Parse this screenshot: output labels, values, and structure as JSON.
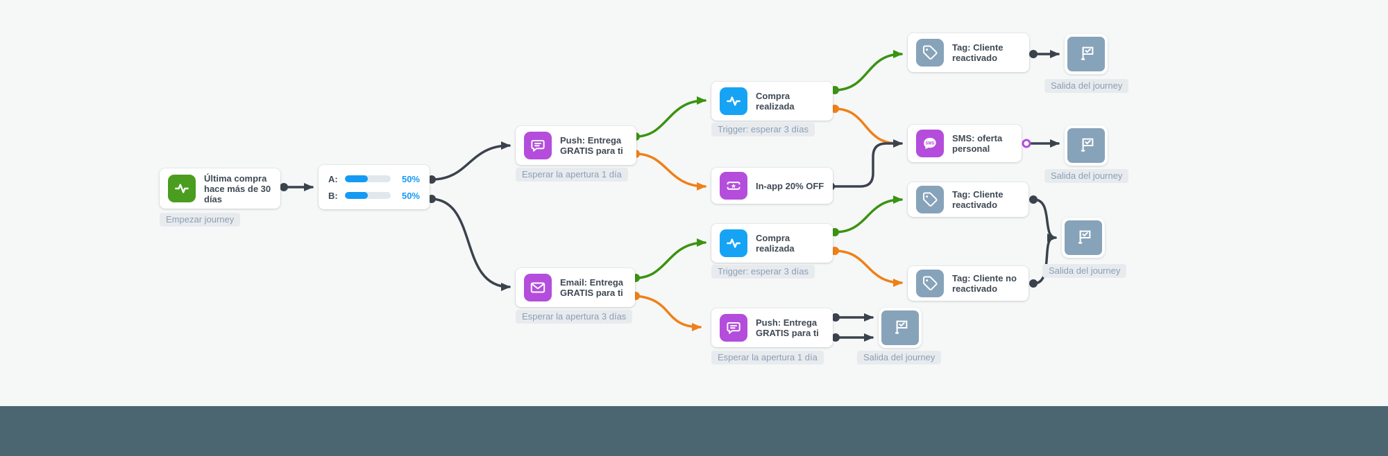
{
  "colors": {
    "canvas_bg": "#f6f7f7",
    "footer_band": "#4b6671",
    "edge_dark": "#3a434d",
    "edge_green": "#3a9311",
    "edge_orange": "#ef8018",
    "icon_green": "#4a9d1f",
    "icon_blue": "#17a3f4",
    "icon_purple": "#b44ddb",
    "icon_slate": "#87a3ba",
    "split_blue": "#149af3",
    "pill_bg": "#e8ebee",
    "pill_text": "#8b9eb4",
    "title_text": "#3f4954"
  },
  "nodes": {
    "start": {
      "title": "Última compra hace más de 30 días",
      "badge": "Empezar journey",
      "icon": "activity"
    },
    "split": {
      "rows": [
        {
          "label": "A:",
          "percent": "50%",
          "value": 50
        },
        {
          "label": "B:",
          "percent": "50%",
          "value": 50
        }
      ]
    },
    "push_top": {
      "title": "Push: Entrega GRATIS para ti",
      "badge": "Esperar la apertura 1 día",
      "icon": "push-message"
    },
    "compra_top": {
      "title": "Compra realizada",
      "badge": "Trigger: esperar 3 días",
      "icon": "activity"
    },
    "inapp": {
      "title": "In-app 20% OFF",
      "icon": "ticket"
    },
    "tag_top": {
      "title": "Tag: Cliente reactivado",
      "icon": "tag"
    },
    "sms": {
      "title": "SMS: oferta personal",
      "icon": "sms-bubble"
    },
    "email": {
      "title": "Email: Entrega GRATIS para ti",
      "badge": "Esperar la apertura 3 días",
      "icon": "envelope"
    },
    "compra_bottom": {
      "title": "Compra realizada",
      "badge": "Trigger: esperar 3 días",
      "icon": "activity"
    },
    "tag_react": {
      "title": "Tag: Cliente reactivado",
      "icon": "tag"
    },
    "tag_noreact": {
      "title": "Tag: Cliente no reactivado",
      "icon": "tag"
    },
    "push_bottom": {
      "title": "Push: Entrega GRATIS para ti",
      "badge": "Esperar la apertura 1 día",
      "icon": "push-message"
    },
    "exit_top": {
      "label": "Salida del journey",
      "icon": "flag-check"
    },
    "exit_sms": {
      "label": "Salida del journey",
      "icon": "flag-check"
    },
    "exit_mid": {
      "label": "Salida del journey",
      "icon": "flag-check"
    },
    "exit_bottom": {
      "label": "Salida del journey",
      "icon": "flag-check"
    }
  }
}
